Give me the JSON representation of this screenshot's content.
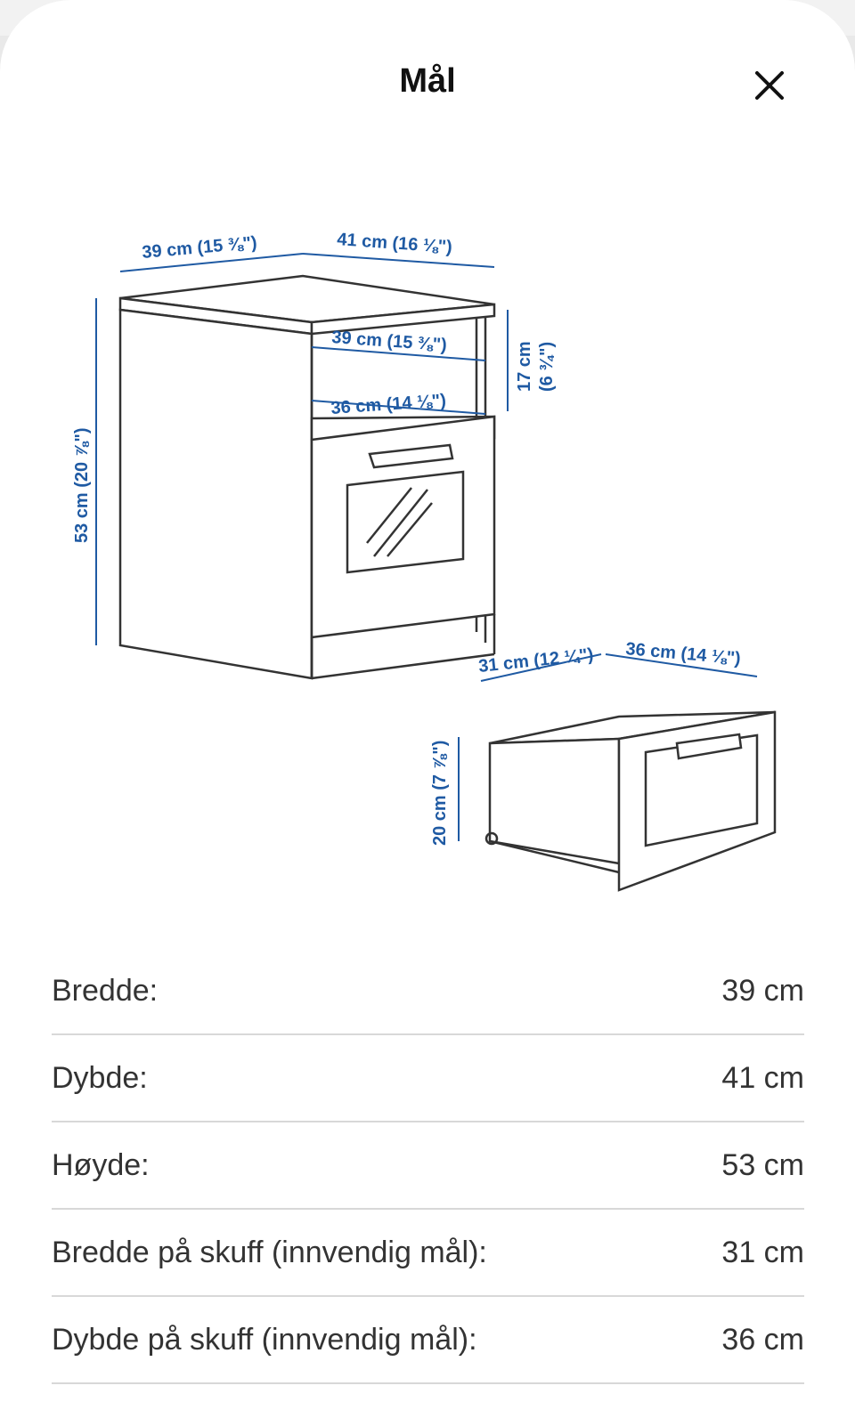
{
  "header": {
    "title": "Mål",
    "close_icon": "close-icon"
  },
  "diagram": {
    "cabinet": {
      "top_width": "39 cm (15 ⅜\")",
      "top_depth": "41 cm (16 ⅛\")",
      "height": "53 cm (20 ⅞\")",
      "inner_width": "39 cm (15 ⅜\")",
      "inner_depth": "36 cm (14 ⅛\")",
      "shelf_height": "17 cm",
      "shelf_height_in": "(6 ¾\")"
    },
    "drawer": {
      "width": "31 cm (12 ¼\")",
      "depth": "36 cm (14 ⅛\")",
      "height": "20 cm (7 ⅞\")"
    }
  },
  "dimensions": [
    {
      "label": "Bredde:",
      "value": "39 cm"
    },
    {
      "label": "Dybde:",
      "value": "41 cm"
    },
    {
      "label": "Høyde:",
      "value": "53 cm"
    },
    {
      "label": "Bredde på skuff (innvendig mål):",
      "value": "31 cm"
    },
    {
      "label": "Dybde på skuff (innvendig mål):",
      "value": "36 cm"
    }
  ],
  "colors": {
    "dimension_blue": "#1f5aa3",
    "line": "#333333",
    "divider": "#d8d8d8"
  }
}
